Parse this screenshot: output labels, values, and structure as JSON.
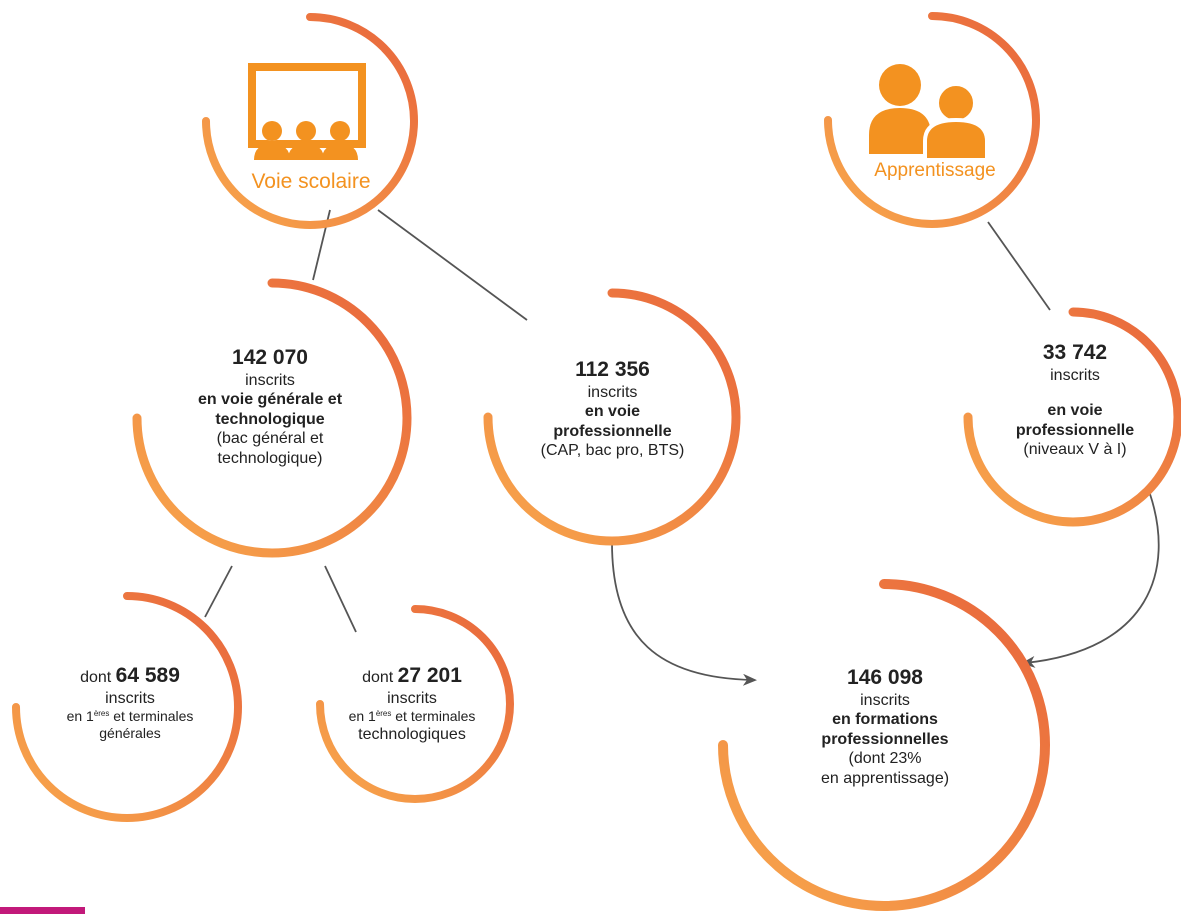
{
  "colors": {
    "accent": "#F39220",
    "arc_start": "#F7A44A",
    "arc_end": "#E8623A",
    "line": "#555555",
    "corner_bar": "#C2197A"
  },
  "icons": {
    "classroom": "classroom-icon",
    "people": "people-icon"
  },
  "top_left": {
    "label": "Voie scolaire"
  },
  "top_right": {
    "label": "Apprentissage"
  },
  "gen_tech": {
    "value": "142 070",
    "unit": "inscrits",
    "desc_line1": "en voie générale et",
    "desc_line2": "technologique",
    "detail_line1": "(bac général et",
    "detail_line2": "technologique)"
  },
  "pro_scolaire": {
    "value": "112 356",
    "unit": "inscrits",
    "desc_line1": "en voie",
    "desc_line2": "professionnelle",
    "detail": "(CAP, bac pro, BTS)"
  },
  "pro_apprentissage": {
    "value": "33 742",
    "unit": "inscrits",
    "desc_line1": "en voie",
    "desc_line2": "professionnelle",
    "detail": "(niveaux V à I)"
  },
  "generales": {
    "prefix": "dont",
    "value": "64 589",
    "unit": "inscrits",
    "line_a": "en 1",
    "sup": "ères",
    "line_b": " et terminales",
    "line_c": "générales"
  },
  "technologiques": {
    "prefix": "dont",
    "value": "27 201",
    "unit": "inscrits",
    "line_a": "en 1",
    "sup": "ères",
    "line_b": " et terminales",
    "line_c": "technologiques"
  },
  "total_pro": {
    "value": "146 098",
    "unit": "inscrits",
    "desc_line1": "en formations",
    "desc_line2": "professionnelles",
    "detail_line1": "(dont 23%",
    "detail_line2": "en apprentissage)"
  }
}
